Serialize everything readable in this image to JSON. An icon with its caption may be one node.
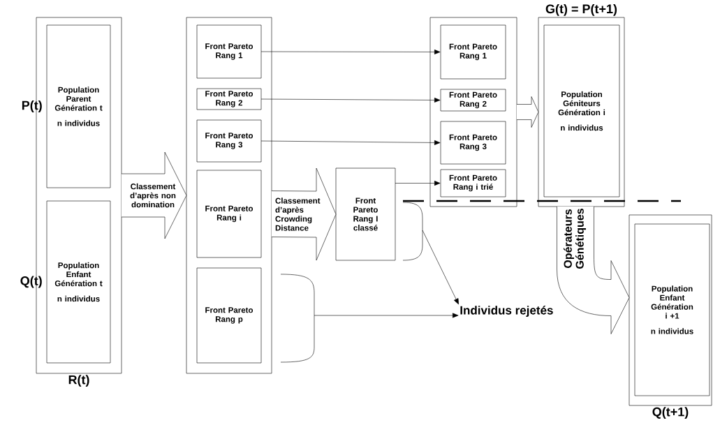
{
  "diagram": {
    "nodes": [
      {
        "text": [
          "R(t)"
        ]
      },
      {
        "text": [
          "Population Parent Génération t",
          "n individus"
        ],
        "in": 0,
        "beside": [
          "P(t)"
        ]
      },
      {
        "text": [
          "Population Enfant Génération t",
          "n individus"
        ],
        "in": 0,
        "beside": [
          "Q(t)"
        ]
      },
      {
        "text": [],
        "shape": "box"
      },
      {
        "text": [
          "Front Pareto Rang 1"
        ],
        "in": 3
      },
      {
        "text": [
          "Front Pareto Rang 2"
        ],
        "in": 3
      },
      {
        "text": [
          "Front Pareto Rang 3"
        ],
        "in": 3
      },
      {
        "text": [
          "Front Pareto Rang i"
        ],
        "in": 3
      },
      {
        "text": [
          "Front Pareto Rang p"
        ],
        "in": 3
      },
      {
        "text": [
          "Front Pareto Rang I classé"
        ]
      },
      {
        "text": [],
        "shape": "box"
      },
      {
        "text": [
          "Front Pareto Rang 1"
        ],
        "in": 10
      },
      {
        "text": [
          "Front Pareto Rang 2"
        ],
        "in": 10
      },
      {
        "text": [
          "Front Pareto Rang 3"
        ],
        "in": 10
      },
      {
        "text": [
          "Front Pareto Rang i trié"
        ],
        "in": 10
      },
      {
        "text": [
          "G(t) = P(t+1)"
        ]
      },
      {
        "text": [
          "Population Géniteurs Génération i",
          "n individus"
        ],
        "in": 15
      },
      {
        "text": [
          "Q(t+1)"
        ]
      },
      {
        "text": [
          "Population Enfant Génération i +1",
          "n individus"
        ],
        "in": 17
      },
      {
        "text": [
          "Individus rejetés"
        ]
      }
    ],
    "edges": [
      {
        "from": 0,
        "to": 3,
        "arrow": "to",
        "label": "Classement d’après non domination"
      },
      {
        "from": 7,
        "to": 9,
        "arrow": "to",
        "label": "Classement d’après Crowding Distance"
      },
      {
        "from": 4,
        "to": 11,
        "arrow": "to"
      },
      {
        "from": 5,
        "to": 12,
        "arrow": "to"
      },
      {
        "from": 6,
        "to": 13,
        "arrow": "to"
      },
      {
        "from": 9,
        "to": 14,
        "arrow": "to"
      },
      {
        "from": 10,
        "to": 15,
        "arrow": "to"
      },
      {
        "from": 15,
        "to": 17,
        "arrow": "to",
        "label": "Opérateurs Génétiques"
      },
      {
        "from": 9,
        "to": 19,
        "arrow": "to"
      },
      {
        "from": 8,
        "to": 19,
        "arrow": "to"
      }
    ]
  }
}
